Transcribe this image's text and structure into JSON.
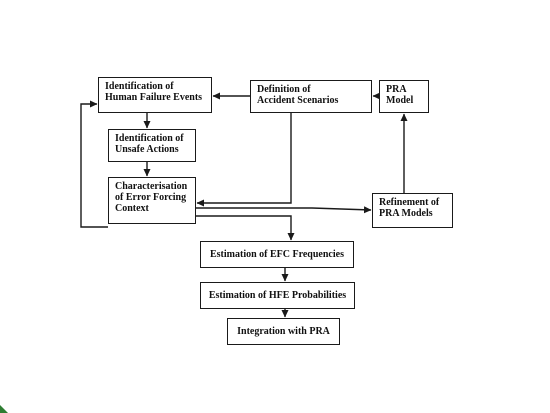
{
  "boxes": {
    "identification_hfe": "Identification of\nHuman Failure Events",
    "definition_scenarios": "Definition of\nAccident Scenarios",
    "pra_model": "PRA\nModel",
    "identification_unsafe": "Identification of\nUnsafe Actions",
    "characterisation_efc": "Characterisation\nof Error Forcing\nContext",
    "refinement_pra": "Refinement of\nPRA Models",
    "estimation_efc": "Estimation of EFC Frequencies",
    "estimation_hfe": "Estimation of HFE Probabilities",
    "integration_pra": "Integration with PRA"
  },
  "colors": {
    "line": "#1a1a1a",
    "corner": "#2e7d32"
  }
}
